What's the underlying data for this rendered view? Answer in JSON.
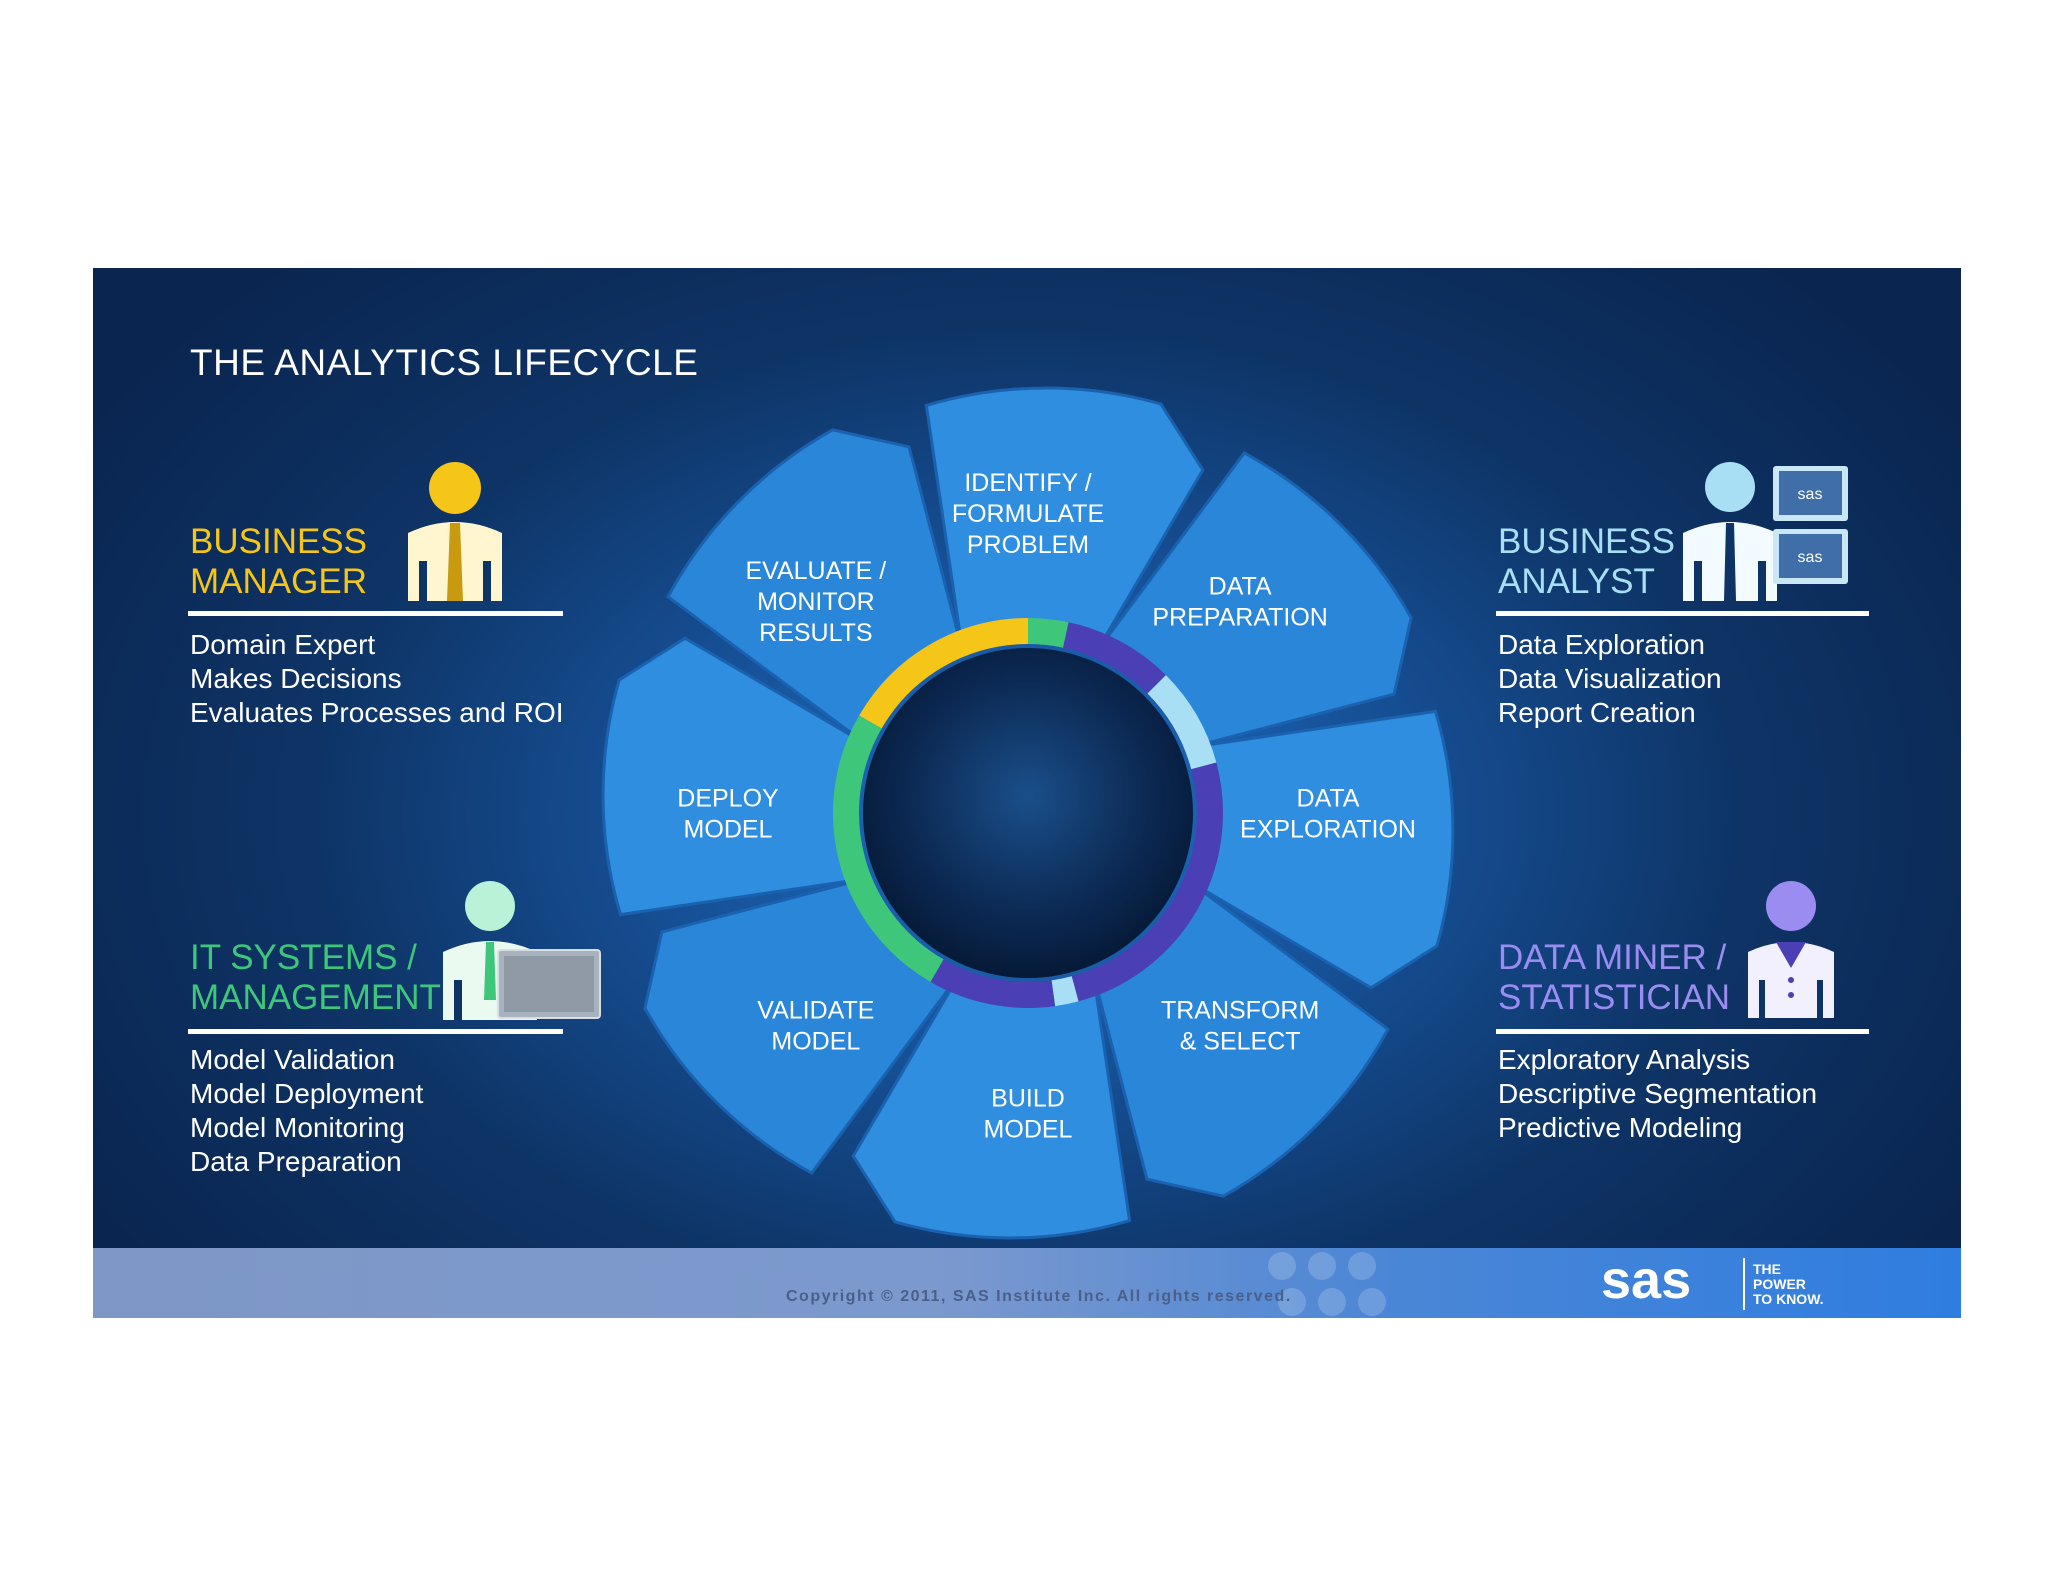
{
  "title": "THE ANALYTICS LIFECYCLE",
  "personas": {
    "business_manager": {
      "title_lines": [
        "BUSINESS",
        "MANAGER"
      ],
      "color": "#f5c518",
      "items": [
        "Domain Expert",
        "Makes Decisions",
        "Evaluates Processes and ROI"
      ],
      "icon": "business-manager-icon"
    },
    "business_analyst": {
      "title_lines": [
        "BUSINESS",
        "ANALYST"
      ],
      "color": "#a9dff5",
      "items": [
        "Data Exploration",
        "Data Visualization",
        "Report Creation"
      ],
      "icon": "business-analyst-icon",
      "screen_label": "sas"
    },
    "it_systems": {
      "title_lines": [
        "IT SYSTEMS /",
        "MANAGEMENT"
      ],
      "color": "#3ec77a",
      "items": [
        "Model Validation",
        "Model Deployment",
        "Model Monitoring",
        "Data Preparation"
      ],
      "icon": "it-systems-icon"
    },
    "data_miner": {
      "title_lines": [
        "DATA MINER /",
        "STATISTICIAN"
      ],
      "color": "#9a8cf0",
      "items": [
        "Exploratory Analysis",
        "Descriptive Segmentation",
        "Predictive Modeling"
      ],
      "icon": "data-miner-icon"
    }
  },
  "lifecycle": {
    "stages": [
      {
        "lines": [
          "IDENTIFY /",
          "FORMULATE",
          "PROBLEM"
        ]
      },
      {
        "lines": [
          "DATA",
          "PREPARATION"
        ]
      },
      {
        "lines": [
          "DATA",
          "EXPLORATION"
        ]
      },
      {
        "lines": [
          "TRANSFORM",
          "& SELECT"
        ]
      },
      {
        "lines": [
          "BUILD",
          "MODEL"
        ]
      },
      {
        "lines": [
          "VALIDATE",
          "MODEL"
        ]
      },
      {
        "lines": [
          "DEPLOY",
          "MODEL"
        ]
      },
      {
        "lines": [
          "EVALUATE /",
          "MONITOR",
          "RESULTS"
        ]
      }
    ],
    "ring_segments": [
      {
        "color": "#f5c518",
        "from_deg": -60,
        "to_deg": 0
      },
      {
        "color": "#3ec77a",
        "from_deg": 0,
        "to_deg": 12
      },
      {
        "color": "#4a3fb5",
        "from_deg": 12,
        "to_deg": 45
      },
      {
        "color": "#a9dff5",
        "from_deg": 45,
        "to_deg": 75
      },
      {
        "color": "#4a3fb5",
        "from_deg": 75,
        "to_deg": 165
      },
      {
        "color": "#a9dff5",
        "from_deg": 165,
        "to_deg": 172
      },
      {
        "color": "#4a3fb5",
        "from_deg": 172,
        "to_deg": 210
      },
      {
        "color": "#3ec77a",
        "from_deg": 210,
        "to_deg": 300
      }
    ]
  },
  "footer": {
    "copyright": "Copyright © 2011, SAS Institute Inc. All rights reserved.",
    "logo": "sas",
    "tagline": [
      "THE",
      "POWER",
      "TO KNOW."
    ]
  }
}
